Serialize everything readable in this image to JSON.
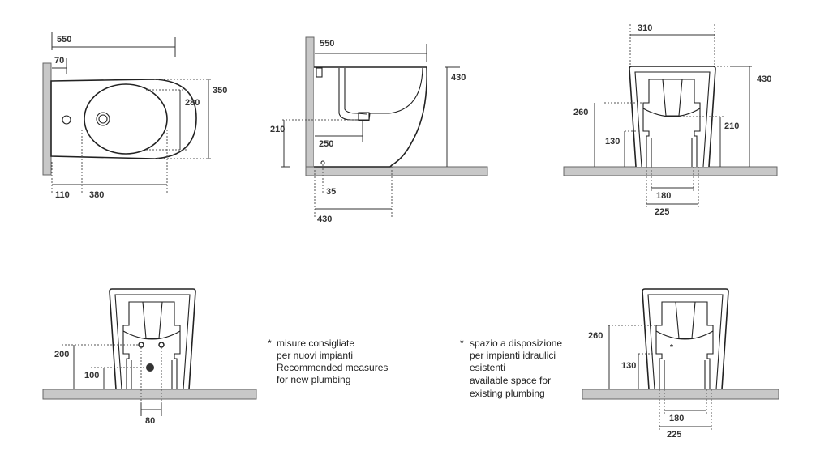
{
  "top_view": {
    "d550": "550",
    "d70": "70",
    "d350": "350",
    "d280": "280",
    "d110": "110",
    "d380": "380"
  },
  "side_view": {
    "d550": "550",
    "d430h": "430",
    "d210": "210",
    "d250": "250",
    "d35": "35",
    "d430w": "430"
  },
  "front_view": {
    "d310": "310",
    "d430": "430",
    "d260": "260",
    "d210": "210",
    "d130": "130",
    "d180": "180",
    "d225": "225"
  },
  "plumbing_new": {
    "d200": "200",
    "d100": "100",
    "d80": "80"
  },
  "plumbing_existing": {
    "d260": "260",
    "d130": "130",
    "d180": "180",
    "d225": "225"
  },
  "notes": {
    "new_plumbing": {
      "marker": "*",
      "lines": [
        "misure consigliate",
        "per nuovi impianti",
        "Recommended measures",
        "for new plumbing"
      ]
    },
    "existing_plumbing": {
      "marker": "*",
      "lines": [
        "spazio a disposizione",
        "per impianti idraulici",
        "esistenti",
        "available space for",
        "existing plumbing"
      ]
    }
  }
}
